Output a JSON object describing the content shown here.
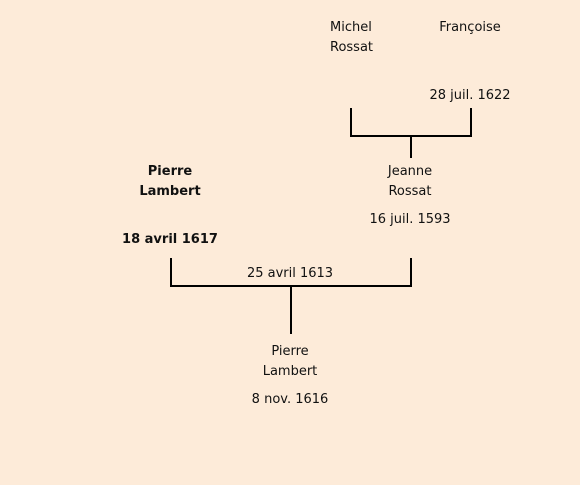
{
  "people": {
    "michel": {
      "first": "Michel",
      "last": "Rossat"
    },
    "francoise": {
      "first": "Françoise",
      "date": "28 juil. 1622"
    },
    "jeanne": {
      "first": "Jeanne",
      "last": "Rossat",
      "date": "16 juil. 1593"
    },
    "pierre_father": {
      "first": "Pierre",
      "last": "Lambert",
      "date": "18 avril 1617"
    },
    "pierre_child": {
      "first": "Pierre",
      "last": "Lambert",
      "date": "8 nov. 1616"
    }
  },
  "unions": {
    "lambert_rossat": {
      "date": "25 avril 1613"
    }
  }
}
